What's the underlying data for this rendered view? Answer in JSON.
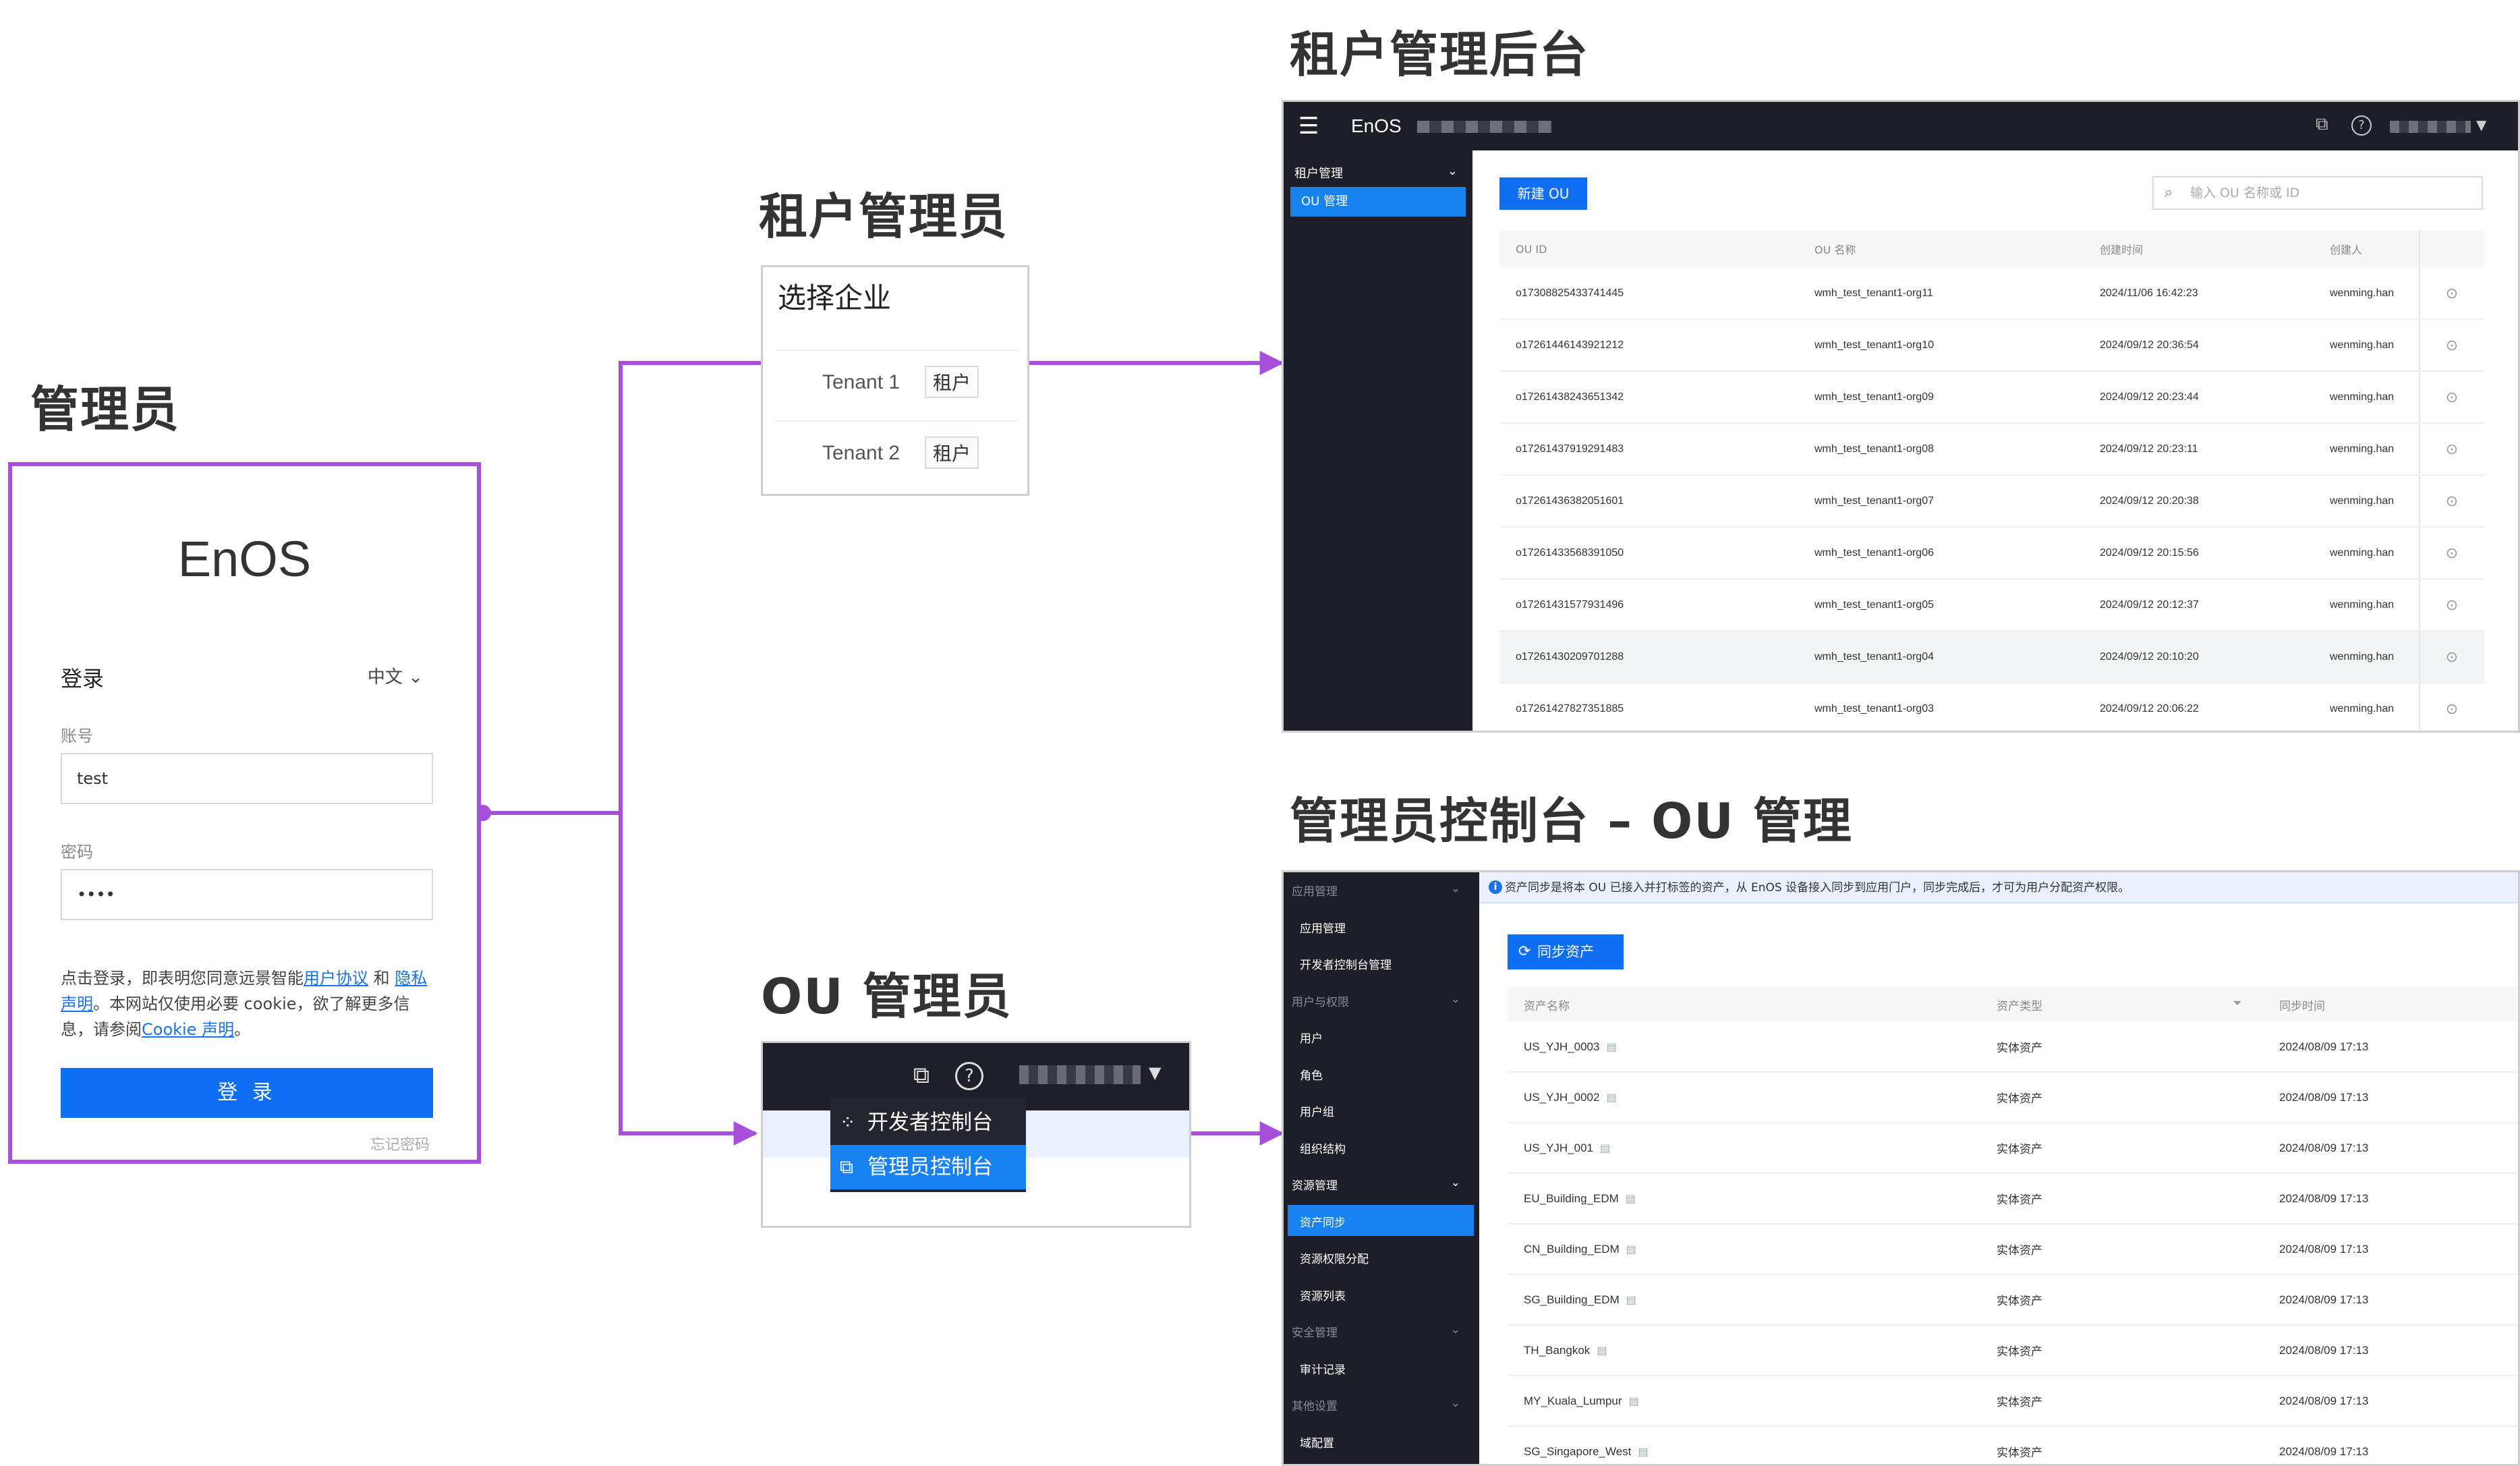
{
  "headings": {
    "admin": "管理员",
    "tenant_admin": "租户管理员",
    "ou_admin": "OU 管理员",
    "tenant_console": "租户管理后台",
    "ou_console": "管理员控制台 – OU 管理"
  },
  "colors": {
    "connector": "#a64fdb",
    "primary": "#0f6ff2",
    "dark": "#1e1e28"
  },
  "login": {
    "logo": "EnOS",
    "title": "登录",
    "language": "中文",
    "account_label": "账号",
    "account_value": "test",
    "password_label": "密码",
    "password_value": "••••",
    "notice_1": "点击登录，即表明您同意远景智能",
    "notice_link_1": "用户协议",
    "notice_2": " 和 ",
    "notice_link_2": "隐私声明",
    "notice_3": "。本网站仅使用必要 cookie，欲了解更多信息，请参阅",
    "notice_link_3": "Cookie 声明",
    "notice_4": "。",
    "submit": "登 录",
    "forgot": "忘记密码"
  },
  "tenant_select": {
    "title": "选择企业",
    "items": [
      {
        "name": "Tenant 1",
        "tag": "租户"
      },
      {
        "name": "Tenant 2",
        "tag": "租户"
      }
    ]
  },
  "ou_menu": {
    "items": [
      {
        "label": "开发者控制台",
        "icon": "grid-icon"
      },
      {
        "label": "管理员控制台",
        "icon": "console-icon"
      }
    ]
  },
  "tenant_console": {
    "brand": "EnOS",
    "sidebar_group": "租户管理",
    "sidebar_active": "OU 管理",
    "new_button": "新建 OU",
    "search_placeholder": "输入 OU 名称或 ID",
    "columns": [
      "OU ID",
      "OU 名称",
      "创建时间",
      "创建人"
    ],
    "rows": [
      [
        "o17308825433741445",
        "wmh_test_tenant1-org11",
        "2024/11/06 16:42:23",
        "wenming.han"
      ],
      [
        "o17261446143921212",
        "wmh_test_tenant1-org10",
        "2024/09/12 20:36:54",
        "wenming.han"
      ],
      [
        "o17261438243651342",
        "wmh_test_tenant1-org09",
        "2024/09/12 20:23:44",
        "wenming.han"
      ],
      [
        "o17261437919291483",
        "wmh_test_tenant1-org08",
        "2024/09/12 20:23:11",
        "wenming.han"
      ],
      [
        "o17261436382051601",
        "wmh_test_tenant1-org07",
        "2024/09/12 20:20:38",
        "wenming.han"
      ],
      [
        "o17261433568391050",
        "wmh_test_tenant1-org06",
        "2024/09/12 20:15:56",
        "wenming.han"
      ],
      [
        "o17261431577931496",
        "wmh_test_tenant1-org05",
        "2024/09/12 20:12:37",
        "wenming.han"
      ],
      [
        "o17261430209701288",
        "wmh_test_tenant1-org04",
        "2024/09/12 20:10:20",
        "wenming.han"
      ],
      [
        "o17261427827351885",
        "wmh_test_tenant1-org03",
        "2024/09/12 20:06:22",
        "wenming.han"
      ]
    ]
  },
  "ou_console": {
    "sidebar": [
      {
        "label": "应用管理",
        "group": true
      },
      {
        "label": "应用管理"
      },
      {
        "label": "开发者控制台管理"
      },
      {
        "label": "用户与权限",
        "group": true
      },
      {
        "label": "用户"
      },
      {
        "label": "角色"
      },
      {
        "label": "用户组"
      },
      {
        "label": "组织结构"
      },
      {
        "label": "资源管理",
        "group": true
      },
      {
        "label": "资产同步",
        "active": true
      },
      {
        "label": "资源权限分配"
      },
      {
        "label": "资源列表"
      },
      {
        "label": "安全管理",
        "group": true
      },
      {
        "label": "审计记录"
      },
      {
        "label": "其他设置",
        "group": true
      },
      {
        "label": "域配置"
      }
    ],
    "banner": "资产同步是将本 OU 已接入并打标签的资产，从 EnOS 设备接入同步到应用门户，同步完成后，才可为用户分配资产权限。",
    "sync_button": "同步资产",
    "columns": [
      "资产名称",
      "资产类型",
      "同步时间"
    ],
    "rows": [
      [
        "US_YJH_0003",
        "实体资产",
        "2024/08/09 17:13"
      ],
      [
        "US_YJH_0002",
        "实体资产",
        "2024/08/09 17:13"
      ],
      [
        "US_YJH_001",
        "实体资产",
        "2024/08/09 17:13"
      ],
      [
        "EU_Building_EDM",
        "实体资产",
        "2024/08/09 17:13"
      ],
      [
        "CN_Building_EDM",
        "实体资产",
        "2024/08/09 17:13"
      ],
      [
        "SG_Building_EDM",
        "实体资产",
        "2024/08/09 17:13"
      ],
      [
        "TH_Bangkok",
        "实体资产",
        "2024/08/09 17:13"
      ],
      [
        "MY_Kuala_Lumpur",
        "实体资产",
        "2024/08/09 17:13"
      ],
      [
        "SG_Singapore_West",
        "实体资产",
        "2024/08/09 17:13"
      ]
    ]
  }
}
